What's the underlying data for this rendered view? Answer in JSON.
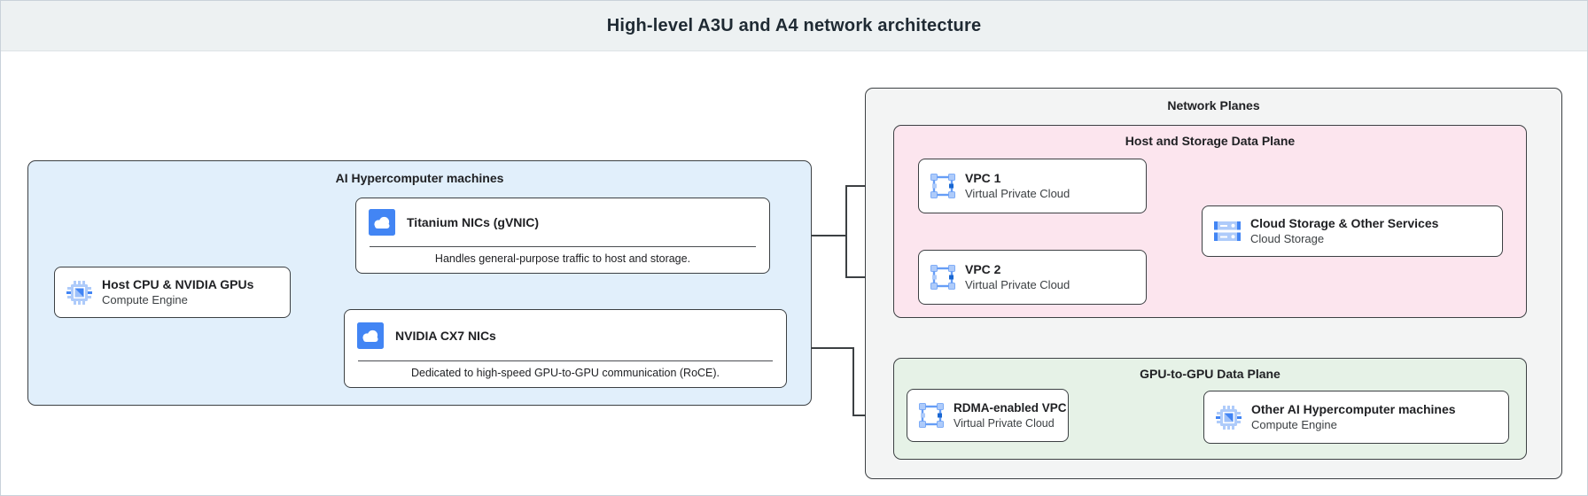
{
  "header": {
    "title": "High-level A3U and A4 network architecture"
  },
  "groups": {
    "ai_machines": {
      "title": "AI Hypercomputer machines"
    },
    "network_planes": {
      "title": "Network Planes"
    },
    "host_storage_plane": {
      "title": "Host and Storage Data Plane"
    },
    "gpu_plane": {
      "title": "GPU-to-GPU Data Plane"
    }
  },
  "nodes": {
    "host_cpu": {
      "title": "Host CPU & NVIDIA GPUs",
      "subtitle": "Compute Engine",
      "icon": "compute-engine-icon"
    },
    "titanium_nic": {
      "title": "Titanium NICs (gVNIC)",
      "description": "Handles general-purpose traffic to host and storage.",
      "icon": "cloud-icon"
    },
    "cx7_nic": {
      "title": "NVIDIA CX7 NICs",
      "description": "Dedicated to high-speed GPU-to-GPU communication (RoCE).",
      "icon": "cloud-icon"
    },
    "vpc1": {
      "title": "VPC 1",
      "subtitle": "Virtual Private Cloud",
      "icon": "vpc-icon"
    },
    "vpc2": {
      "title": "VPC 2",
      "subtitle": "Virtual Private Cloud",
      "icon": "vpc-icon"
    },
    "cloud_storage": {
      "title": "Cloud Storage & Other Services",
      "subtitle": "Cloud Storage",
      "icon": "cloud-storage-icon"
    },
    "rdma_vpc": {
      "title": "RDMA-enabled VPC",
      "subtitle": "Virtual Private Cloud",
      "icon": "vpc-icon"
    },
    "other_machines": {
      "title": "Other AI Hypercomputer machines",
      "subtitle": "Compute Engine",
      "icon": "compute-engine-icon"
    }
  },
  "colors": {
    "accent_blue": "#4285f4",
    "light_blue": "#aecbfa",
    "dark_blue": "#1967d2",
    "line": "#3c4043",
    "header_bg": "#edf1f2",
    "group_blue_bg": "#e1effb",
    "group_gray_bg": "#f3f4f4",
    "group_pink_bg": "#fce5ee",
    "group_green_bg": "#e6f2e7"
  }
}
